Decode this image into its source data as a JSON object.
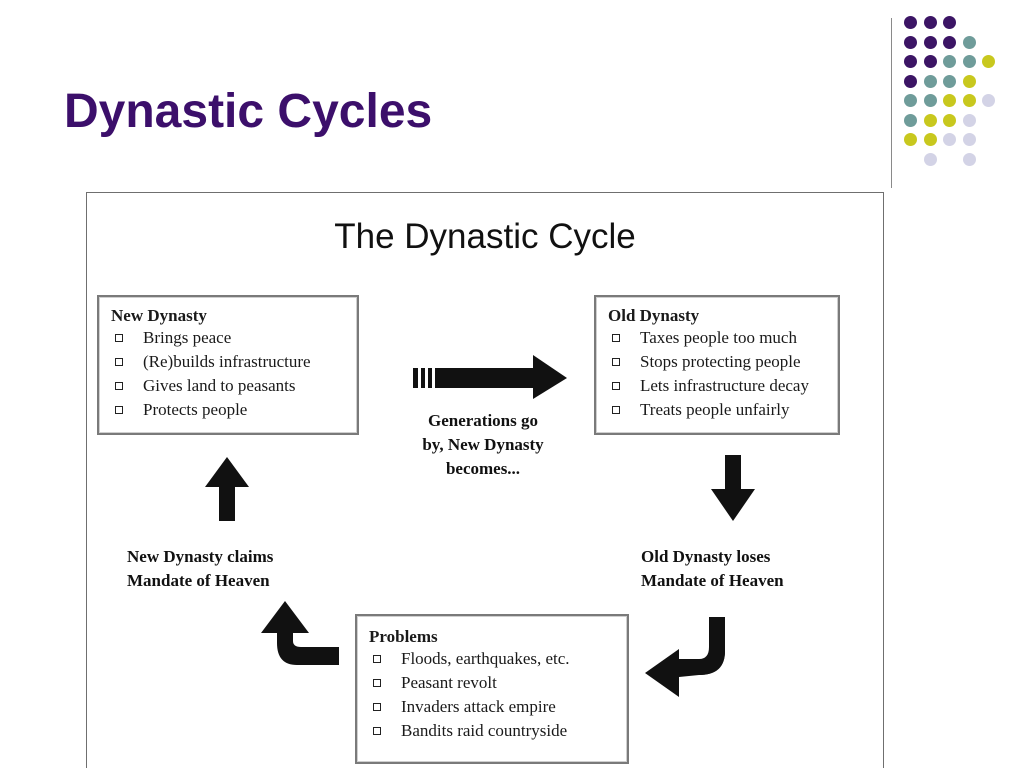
{
  "slide": {
    "title": "Dynastic Cycles"
  },
  "colors": {
    "title": "#3c0f6b",
    "dot_purple": "#3c1565",
    "dot_teal": "#6f9c9a",
    "dot_olive": "#c8c81e",
    "dot_lavender": "#d3d3e6"
  },
  "decoration": {
    "dot_rows": [
      [
        "purple",
        "purple",
        "purple",
        "none",
        "none"
      ],
      [
        "purple",
        "purple",
        "purple",
        "teal",
        "none"
      ],
      [
        "purple",
        "purple",
        "teal",
        "teal",
        "olive"
      ],
      [
        "purple",
        "teal",
        "teal",
        "olive",
        "none"
      ],
      [
        "teal",
        "teal",
        "olive",
        "olive",
        "lavender"
      ],
      [
        "teal",
        "olive",
        "olive",
        "lavender",
        "none"
      ],
      [
        "olive",
        "olive",
        "lavender",
        "lavender",
        "none"
      ],
      [
        "none",
        "lavender",
        "none",
        "lavender",
        "none"
      ]
    ]
  },
  "diagram": {
    "heading": "The Dynastic Cycle",
    "new_dynasty": {
      "title": "New Dynasty",
      "items": [
        "Brings peace",
        "(Re)builds infrastructure",
        "Gives land to peasants",
        "Protects people"
      ]
    },
    "old_dynasty": {
      "title": "Old Dynasty",
      "items": [
        "Taxes people too much",
        "Stops protecting people",
        "Lets infrastructure decay",
        "Treats people unfairly"
      ]
    },
    "problems": {
      "title": "Problems",
      "items": [
        "Floods, earthquakes, etc.",
        "Peasant revolt",
        "Invaders attack empire",
        "Bandits raid countryside"
      ]
    },
    "generations_caption": {
      "line1": "Generations go",
      "line2": "by, New Dynasty",
      "line3": "becomes..."
    },
    "claims_caption": {
      "line1": "New Dynasty claims",
      "line2": "Mandate of Heaven"
    },
    "loses_caption": {
      "line1": "Old Dynasty loses",
      "line2": "Mandate of Heaven"
    }
  }
}
